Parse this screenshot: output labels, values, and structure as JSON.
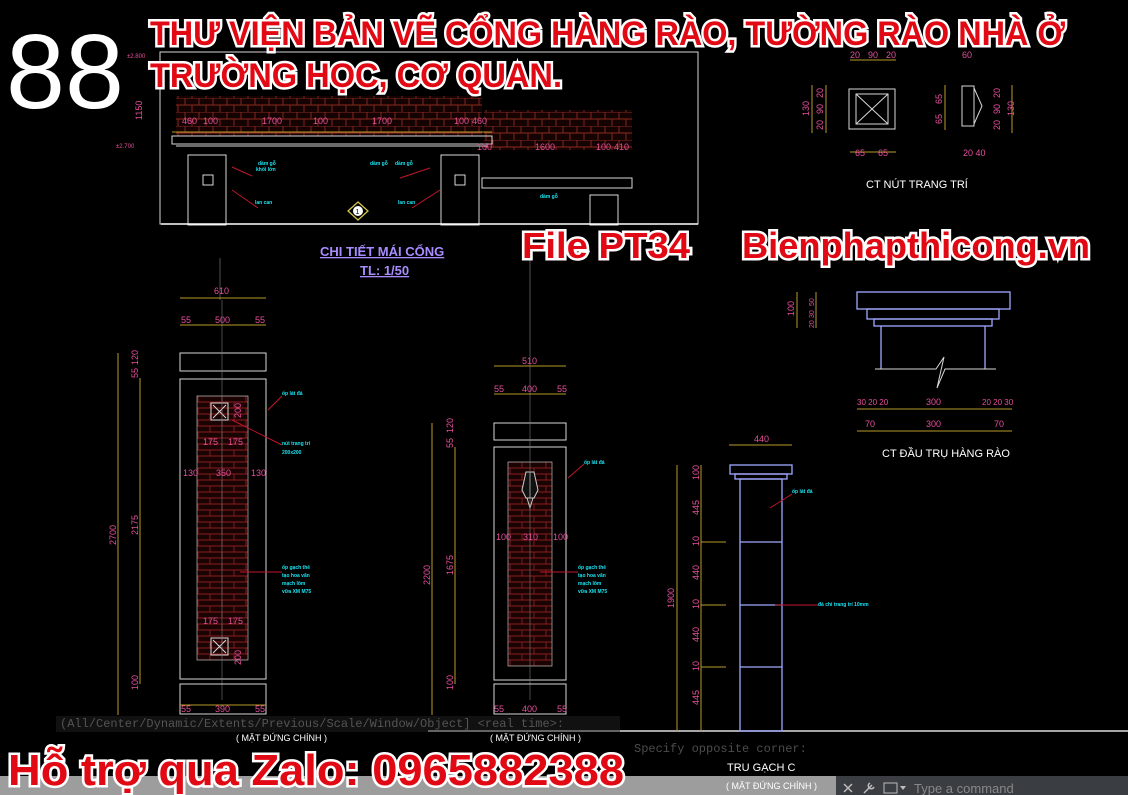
{
  "overlay": {
    "number": "88",
    "title_line1": "THƯ VIỆN BẢN VẼ CỔNG HÀNG RÀO, TƯỜNG RÀO NHÀ Ở",
    "title_line2": "TRƯỜNG HỌC, CƠ QUAN.",
    "file_label": "File PT34",
    "website": "Bienphapthicong.vn",
    "support": "Hỗ trợ qua Zalo: 0965882388",
    "text_color": "#e10a14"
  },
  "drawing": {
    "roof": {
      "title": "CHI TIẾT MÁI CỔNG",
      "scale": "TL: 1/50",
      "dims_top": [
        "460",
        "100",
        "1700",
        "100",
        "1700",
        "100",
        "460"
      ],
      "dims_side": [
        "100",
        "1600",
        "100",
        "410"
      ],
      "left_dims": [
        "1150",
        "±2.800",
        "±2.700"
      ],
      "marker": "1"
    },
    "decor_node": {
      "title": "CT NÚT TRANG TRÍ",
      "dims_top": [
        "20",
        "90",
        "20"
      ],
      "dims_left": [
        "130",
        "20",
        "90",
        "20"
      ],
      "dims_bottom": [
        "65",
        "65"
      ],
      "side_top": "60",
      "side_left": [
        "65",
        "65"
      ],
      "side_right": [
        "20",
        "90",
        "20",
        "130"
      ],
      "side_bottom": "20 40"
    },
    "pillar_cap": {
      "title": "CT ĐẦU TRỤ HÀNG RÀO",
      "dims_left": [
        "100",
        "20",
        "30",
        "50"
      ],
      "dims_row1": [
        "30 20 20",
        "300",
        "20 20 30"
      ],
      "dims_row2": [
        "70",
        "300",
        "70"
      ]
    },
    "pillar_a": {
      "dims_top": [
        "610",
        "55",
        "500",
        "55"
      ],
      "dims_left": [
        "2700",
        "2175",
        "55",
        "120",
        "100"
      ],
      "dims_inner": [
        "175",
        "175",
        "130",
        "350",
        "130",
        "175",
        "175",
        "200",
        "200"
      ],
      "dims_bottom": [
        "55",
        "390",
        "55"
      ]
    },
    "pillar_b": {
      "dims_top": [
        "510",
        "55",
        "400",
        "55"
      ],
      "dims_left": [
        "2200",
        "1675",
        "55",
        "120",
        "100"
      ],
      "dims_inner": [
        "100",
        "310",
        "100"
      ],
      "dims_bottom": [
        "55",
        "400",
        "55"
      ]
    },
    "pillar_c": {
      "title": "TRU GẠCH C",
      "subtitle": "( MẶT ĐỨNG CHÍNH )",
      "dims_top": "440",
      "dims_left": [
        "100",
        "445",
        "10",
        "440",
        "10",
        "440",
        "10",
        "445"
      ],
      "total": "1900"
    },
    "bottom_subtitles": [
      "( MẶT ĐỨNG CHÍNH )",
      "( MẶT ĐỨNG CHÍNH )"
    ],
    "colors": {
      "background": "#000000",
      "dimension_text": "#e64f9c",
      "dimension_line": "#b99a2a",
      "note_text": "#19e3f0",
      "outline": "#9fa8ff",
      "brick": "#7a1a1a"
    }
  },
  "command_line": {
    "history1": "(All/Center/Dynamic/Extents/Previous/Scale/Window/Object] <real time>:",
    "history2": "Specify opposite corner:",
    "placeholder": "Type a command"
  }
}
